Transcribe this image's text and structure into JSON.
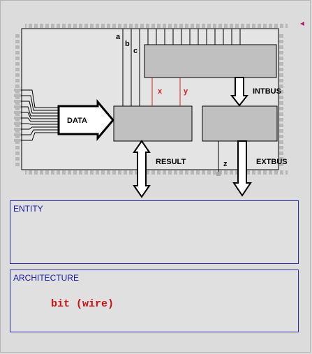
{
  "diagram": {
    "wire_labels": {
      "a": "a",
      "b": "b",
      "c": "c",
      "x": "x",
      "y": "y",
      "z": "z"
    },
    "port_labels": {
      "data": "DATA",
      "intbus": "INTBUS",
      "result": "RESULT",
      "extbus": "EXTBUS"
    },
    "colors": {
      "signal_highlight": "#d42020",
      "block_fill": "#c0c0c0",
      "panel_border": "#2a2aa6"
    }
  },
  "entity_panel": {
    "title": "ENTITY"
  },
  "architecture_panel": {
    "title": "ARCHITECTURE",
    "code": "bit (wire)"
  }
}
